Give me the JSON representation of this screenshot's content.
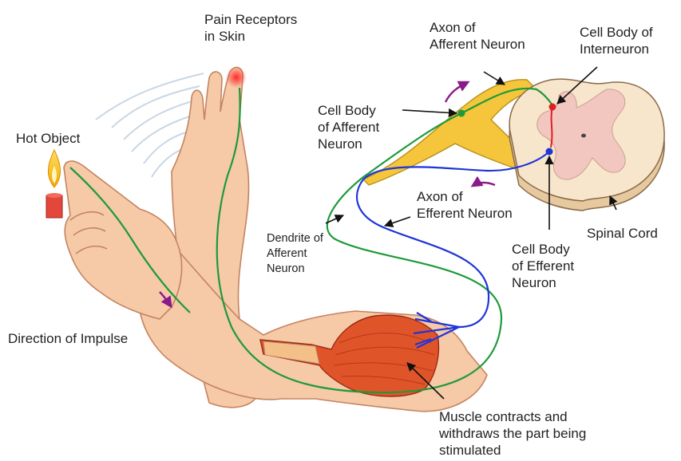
{
  "labels": {
    "pain_receptors": "Pain Receptors\nin Skin",
    "hot_object": "Hot Object",
    "axon_afferent": "Axon of\nAfferent Neuron",
    "cell_body_interneuron": "Cell Body of\nInterneuron",
    "cell_body_afferent": "Cell Body\nof Afferent\nNeuron",
    "axon_efferent": "Axon of\nEfferent Neuron",
    "spinal_cord": "Spinal Cord",
    "dendrite_afferent": "Dendrite of\nAfferent\nNeuron",
    "cell_body_efferent": "Cell Body\nof Efferent\nNeuron",
    "direction_impulse": "Direction of Impulse",
    "muscle_contracts": "Muscle contracts and\nwithdraws the part being\nstimulated"
  },
  "colors": {
    "skin": "#f6c9a7",
    "skin_outline": "#c48460",
    "muscle": "#e0542a",
    "afferent_neuron": "#1e9a3a",
    "efferent_neuron": "#1f35d8",
    "interneuron": "#e02020",
    "nerve_bundle": "#f5c53b",
    "spinal_gray_matter": "#f2c7bf",
    "spinal_white_matter": "#f7e6cc",
    "impulse_arrow": "#8a1a8a",
    "receptor_glow": "#ff2a2a"
  }
}
